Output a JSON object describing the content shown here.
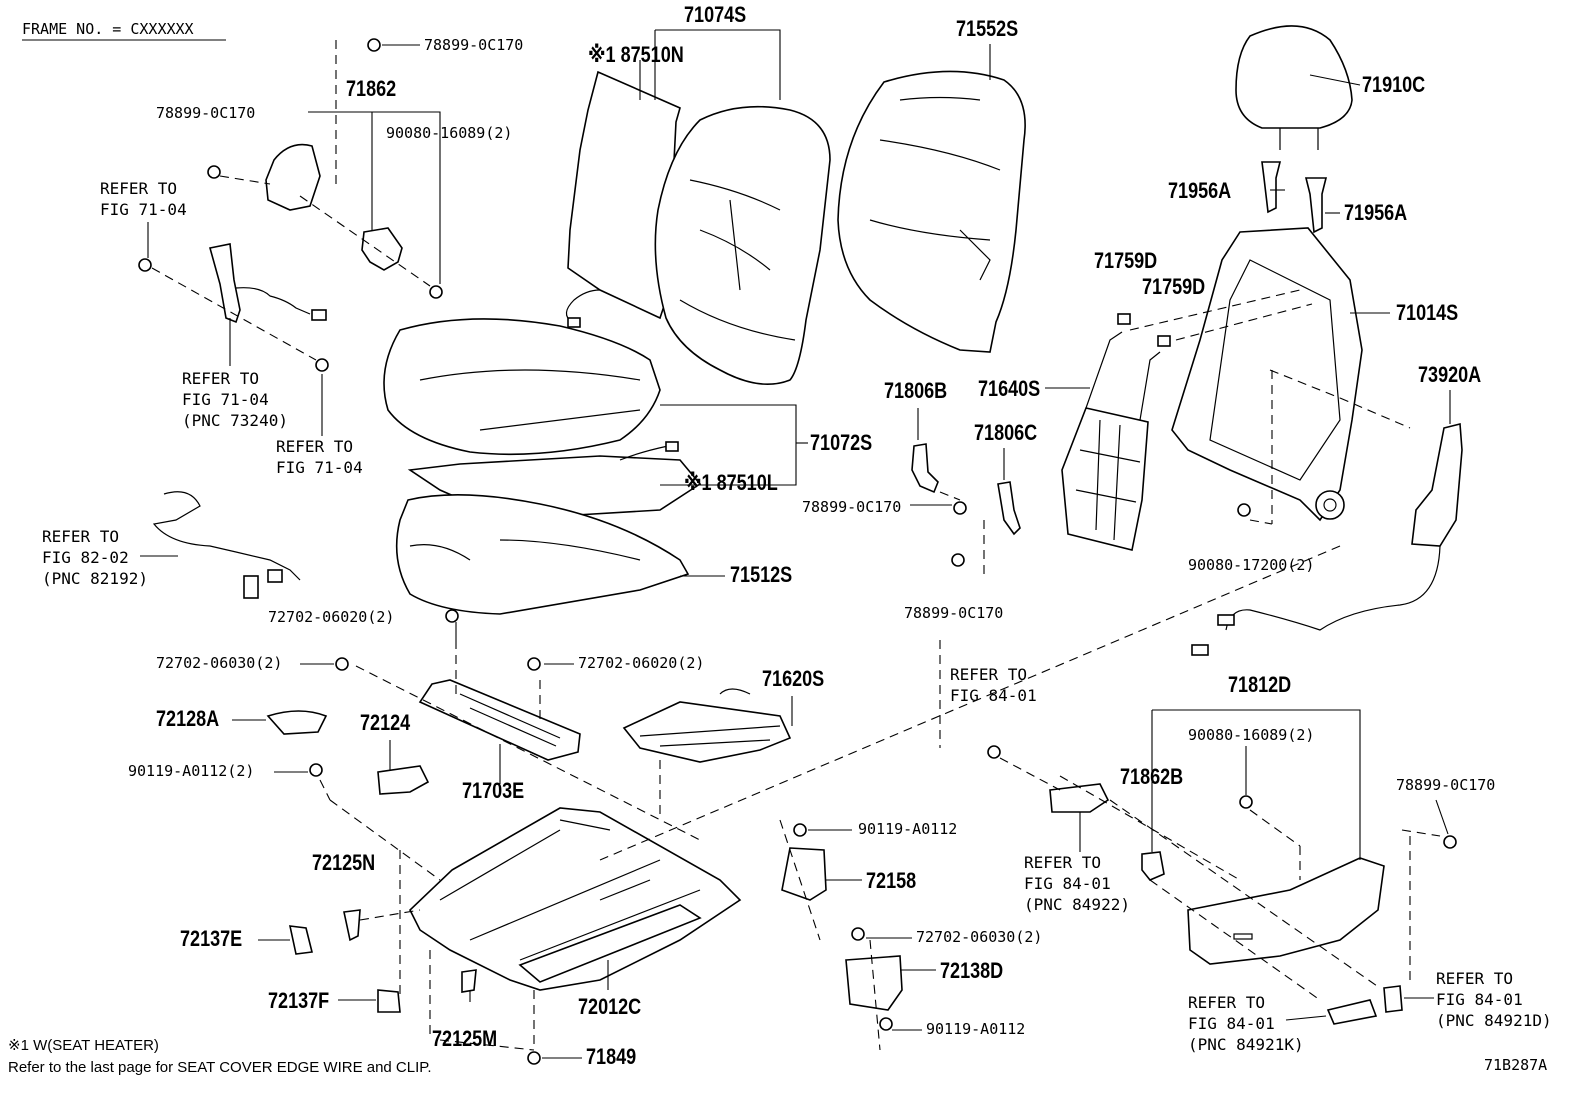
{
  "header": {
    "frame_no": "FRAME NO. = CXXXXXX"
  },
  "footer": {
    "note1": "※1 W(SEAT HEATER)",
    "note2": "Refer to the last page for SEAT COVER EDGE WIRE and CLIP.",
    "diagram_code": "71B287A"
  },
  "parts": {
    "p71074S": "71074S",
    "p87510N": "※1 87510N",
    "p71552S": "71552S",
    "p71910C": "71910C",
    "p78899_top": "78899-0C170",
    "p71862": "71862",
    "p78899_left": "78899-0C170",
    "p90080_16089_top": "90080-16089(2)",
    "p71956A_1": "71956A",
    "p71956A_2": "71956A",
    "p71759D_1": "71759D",
    "p71759D_2": "71759D",
    "p71014S": "71014S",
    "p71640S": "71640S",
    "p73920A": "73920A",
    "p71806B": "71806B",
    "p71806C": "71806C",
    "p71072S": "71072S",
    "p87510L": "※1 87510L",
    "p78899_mid": "78899-0C170",
    "p78899_mid2": "78899-0C170",
    "p90080_17200": "90080-17200(2)",
    "p71512S": "71512S",
    "p72702_06020_a": "72702-06020(2)",
    "p72702_06030_a": "72702-06030(2)",
    "p72702_06020_b": "72702-06020(2)",
    "p71620S": "71620S",
    "p72128A": "72128A",
    "p72124": "72124",
    "p90119_A0112_2": "90119-A0112(2)",
    "p71703E": "71703E",
    "p90119_A0112_a": "90119-A0112",
    "p72125N": "72125N",
    "p72158": "72158",
    "p72137E": "72137E",
    "p72702_06030_b": "72702-06030(2)",
    "p72138D": "72138D",
    "p72137F": "72137F",
    "p72012C": "72012C",
    "p72125M": "72125M",
    "p90119_A0112_b": "90119-A0112",
    "p71849": "71849",
    "p71812D": "71812D",
    "p90080_16089_b": "90080-16089(2)",
    "p71862B": "71862B",
    "p78899_right": "78899-0C170"
  },
  "refs": {
    "r1": "REFER TO\nFIG 71-04",
    "r2": "REFER TO\nFIG 71-04\n(PNC 73240)",
    "r3": "REFER TO\nFIG 71-04",
    "r4": "REFER TO\nFIG 82-02\n(PNC 82192)",
    "r5": "REFER TO\nFIG 84-01",
    "r6": "REFER TO\nFIG 84-01\n(PNC 84922)",
    "r7": "REFER TO\nFIG 84-01\n(PNC 84921K)",
    "r8": "REFER TO\nFIG 84-01\n(PNC 84921D)"
  }
}
